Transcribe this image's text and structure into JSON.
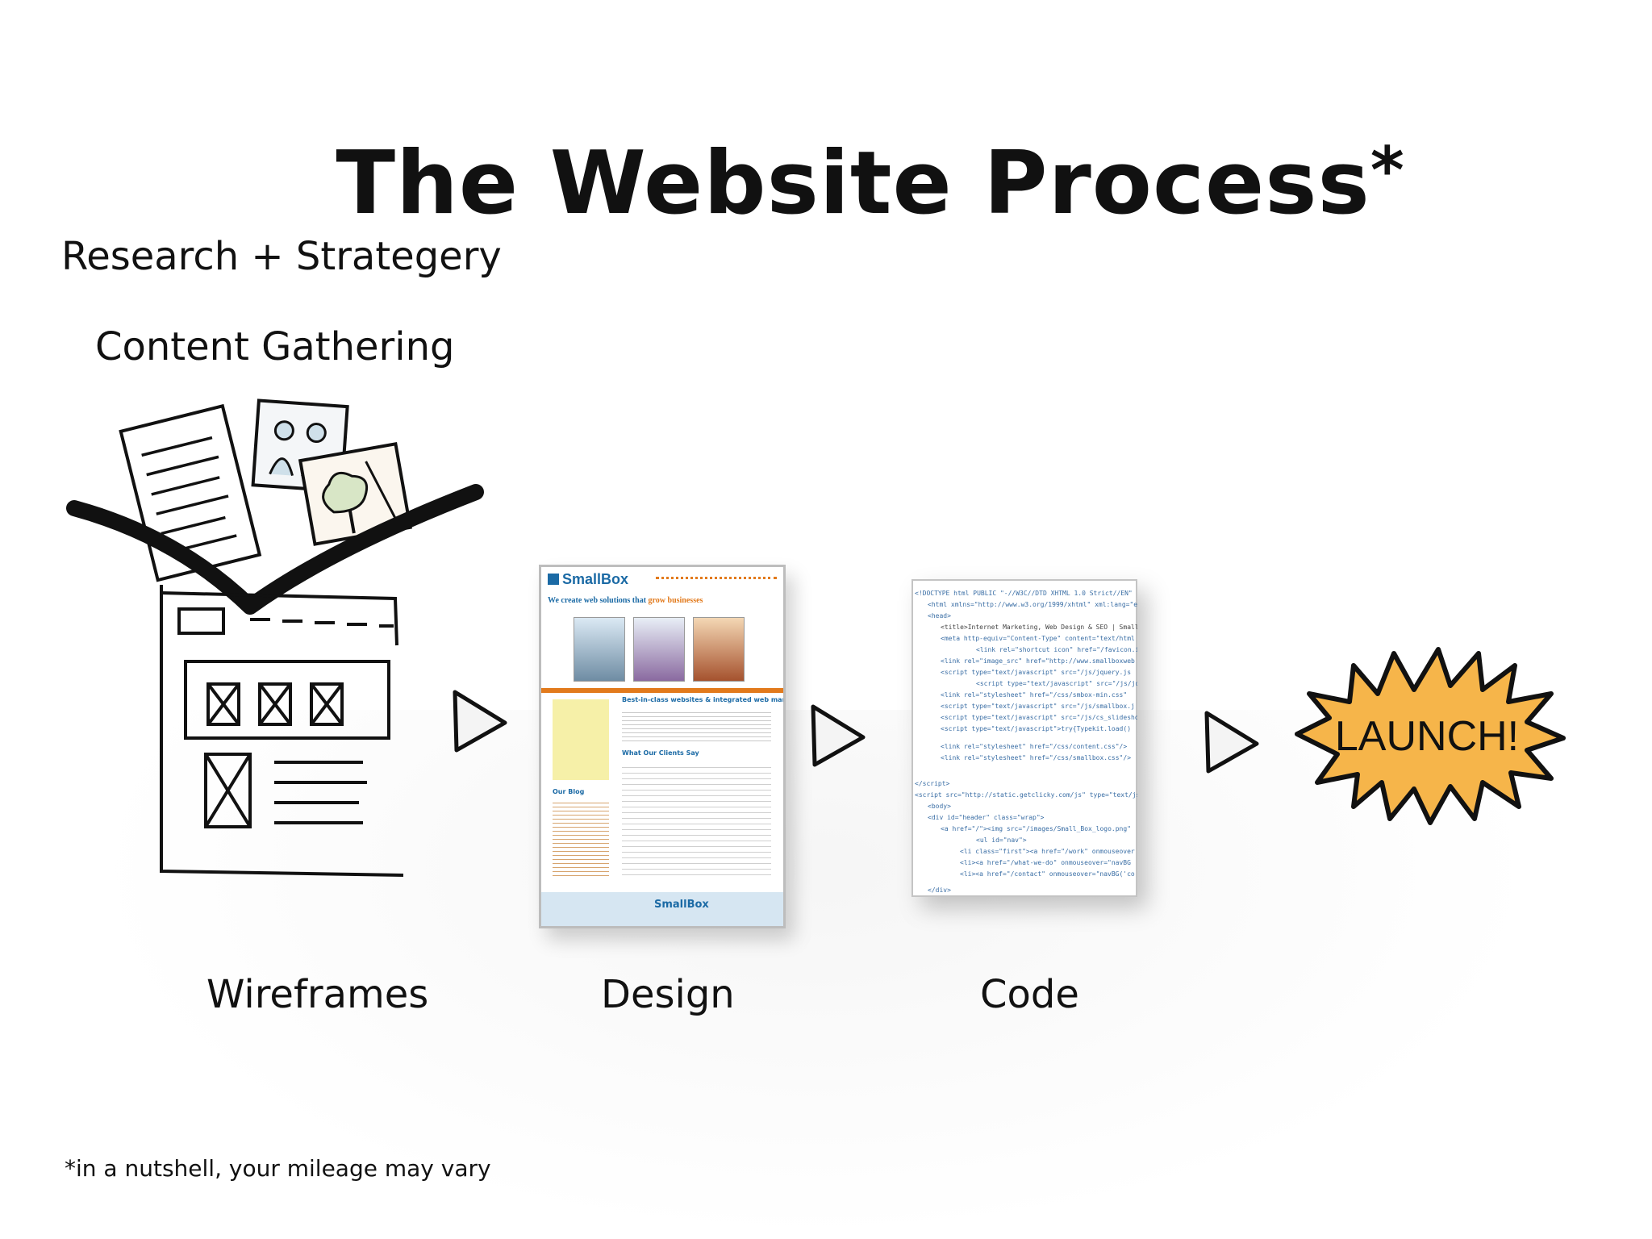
{
  "slide": {
    "title": "The Website Process",
    "title_mark": "*",
    "steps": {
      "research": "Research + Strategery",
      "content": "Content Gathering",
      "wireframes": "Wireframes",
      "design": "Design",
      "code": "Code",
      "launch": "LAUNCH!"
    },
    "footnote": "*in a nutshell, your mileage may vary"
  },
  "design_mock": {
    "brand": "SmallBox",
    "headline_a": "We create web solutions that",
    "headline_b": "grow businesses",
    "section_title": "Best-in-class websites & integrated web marketing",
    "clients_title": "What Our Clients Say",
    "blog_title": "Our Blog",
    "footer_brand": "SmallBox"
  },
  "colors": {
    "launch_fill": "#f6b54a",
    "design_accent": "#1b6aa5",
    "design_orange": "#e27a1c"
  }
}
